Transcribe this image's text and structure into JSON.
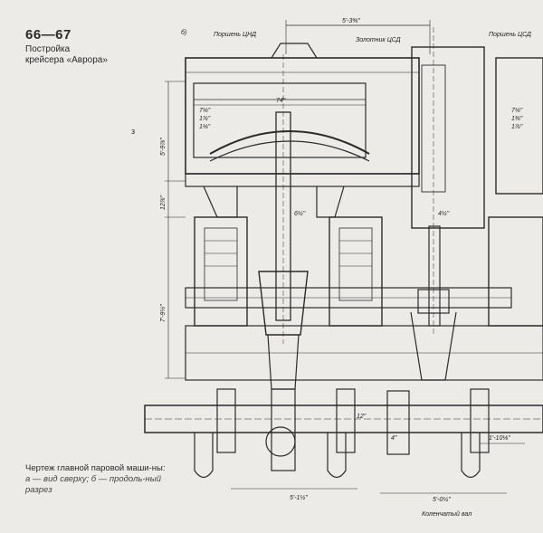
{
  "header": {
    "page_number": "66—67",
    "title_line1": "Постройка",
    "title_line2": "крейсера «Аврора»"
  },
  "stray_mark": "з",
  "figure": {
    "panel_label": "б)",
    "labels": {
      "piston_hp": "Поршень ЦНД",
      "slide_valve": "Золотник ЦСД",
      "piston_mp": "Поршень ЦСД",
      "crankshaft": "Коленчатый вал"
    },
    "dimensions": {
      "top_span": "5'-3⅝\"",
      "cylinder_width": "74\"",
      "r1": "7⅛\"",
      "r2": "1⅞\"",
      "r3": "1⅛\"",
      "rr1": "7⅛\"",
      "rr2": "1⅜\"",
      "rr3": "1⅞\"",
      "vert_upper": "5'-9⅞\"",
      "vert_mid": "12⅞\"",
      "vert_lower": "7'-9½\"",
      "rod_dia": "6½\"",
      "valve_rod": "4½\"",
      "bottom_span": "5'-1½\"",
      "bottom_span2": "5'-0½\"",
      "crank_dim": "1'-10⅛\"",
      "web_dim": "4\"",
      "journal_dim": "12\""
    }
  },
  "caption": {
    "line1": "Чертеж главной паровой маши-ны:",
    "line2": "а — вид сверху; б — продоль-ный разрез"
  }
}
